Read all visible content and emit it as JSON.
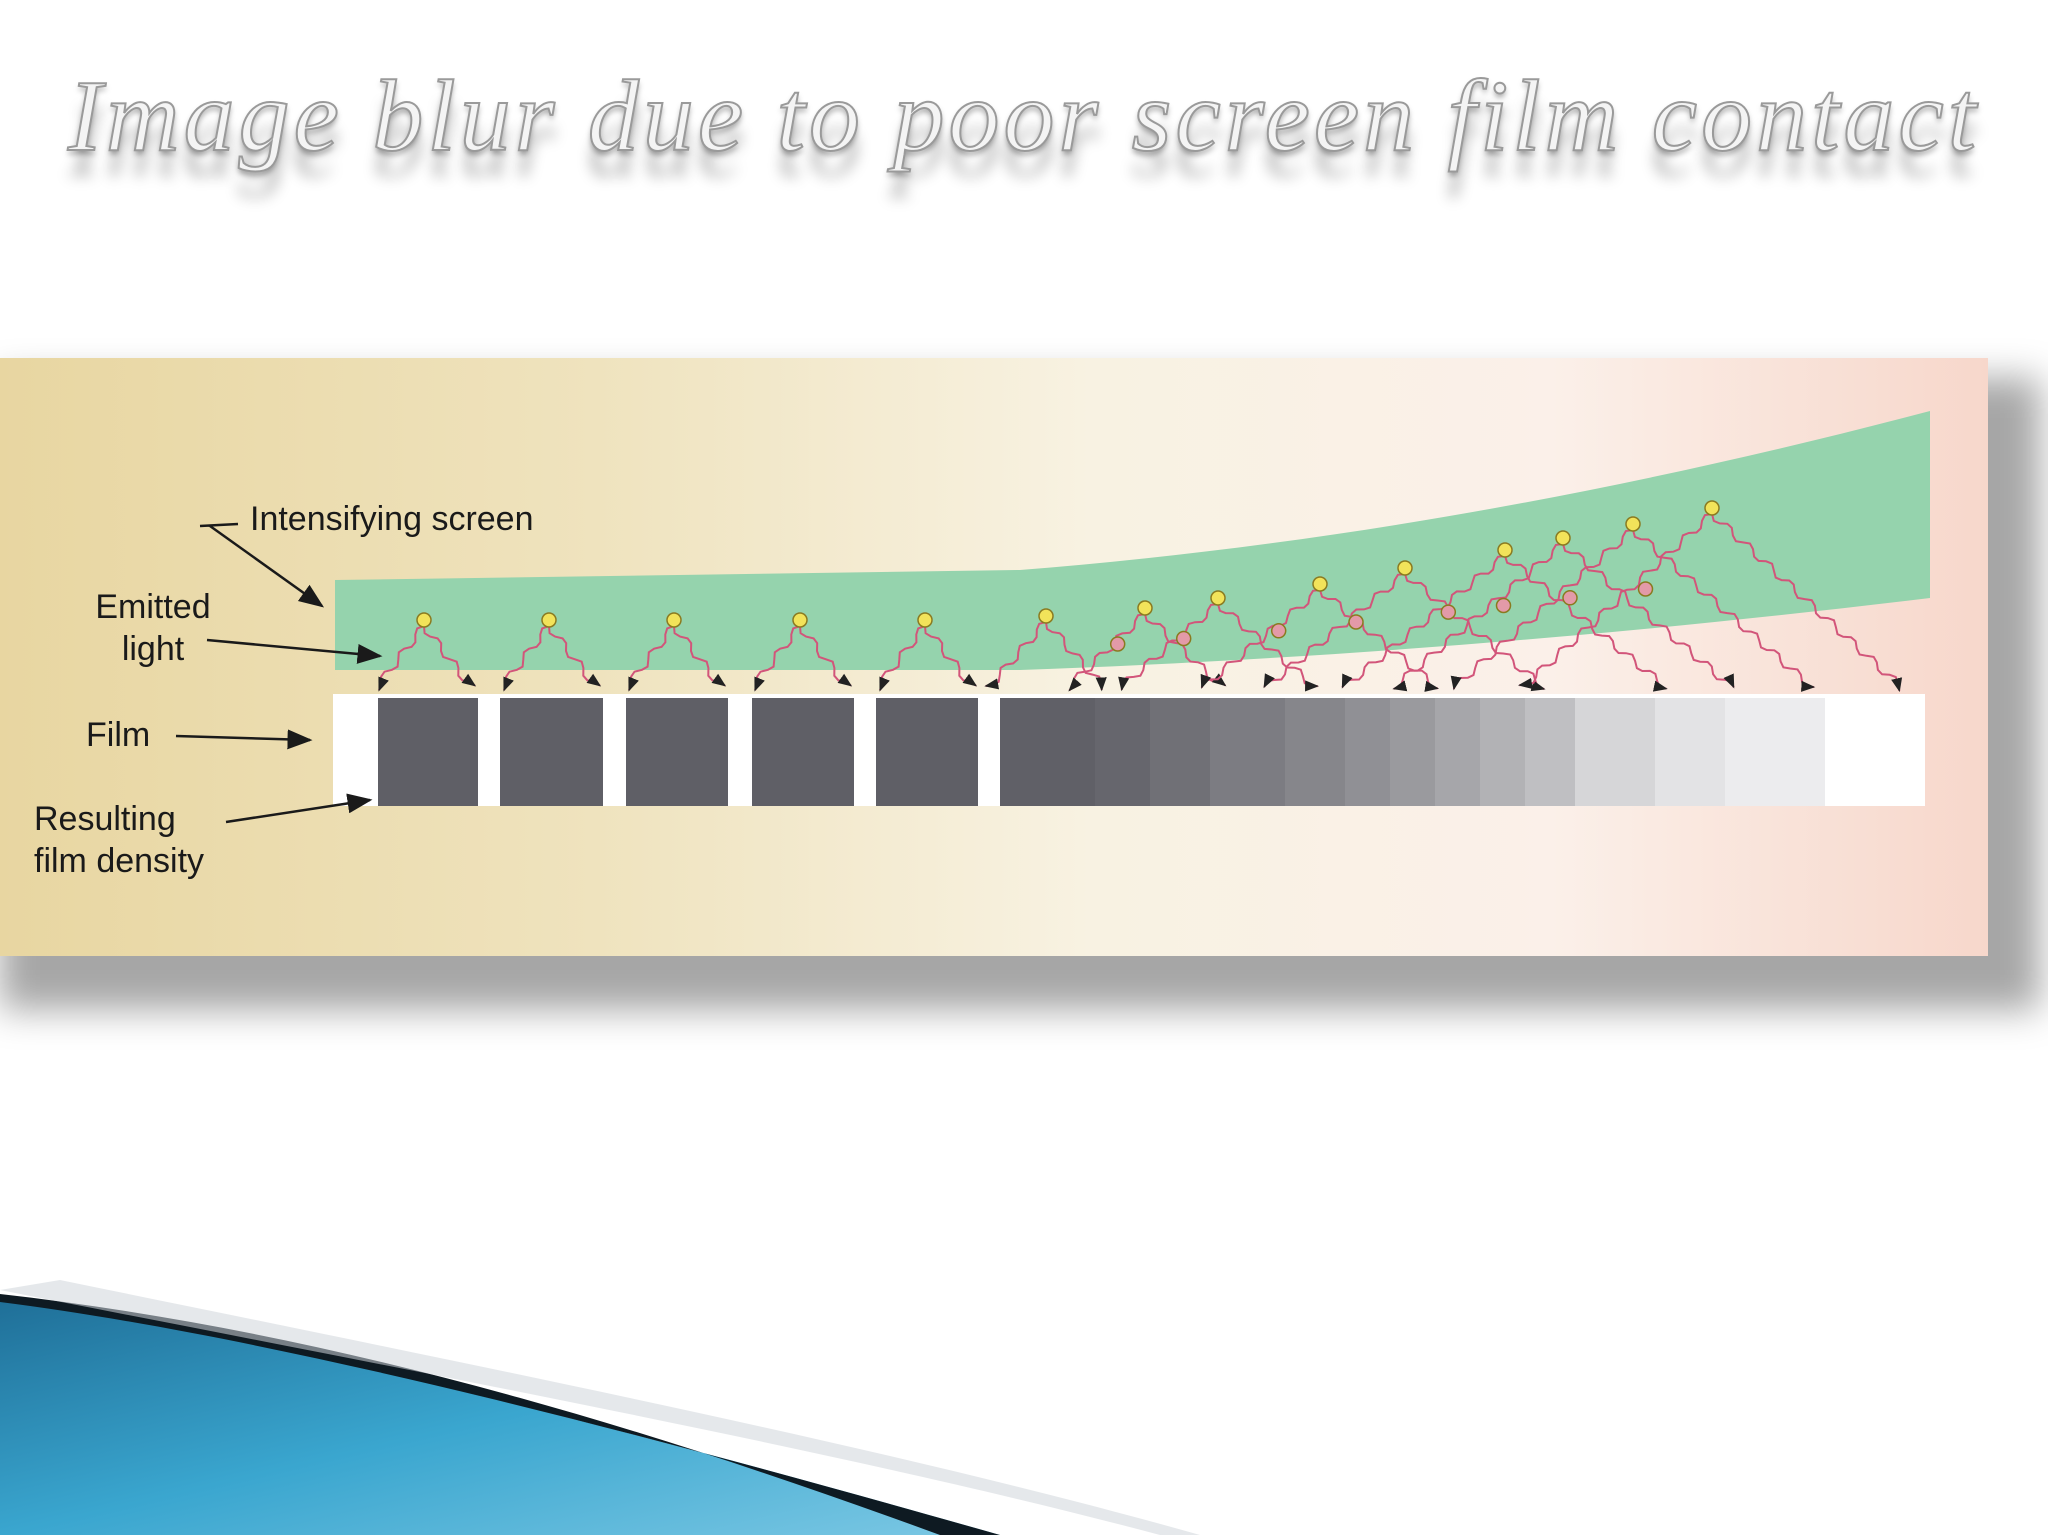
{
  "title": "Image blur due to poor screen film contact",
  "labels": {
    "intensifying_screen": "Intensifying screen",
    "emitted_light_line1": "Emitted",
    "emitted_light_line2": "light",
    "film": "Film",
    "resulting_density_line1": "Resulting",
    "resulting_density_line2": "film density"
  },
  "colors": {
    "screen": "#95d3ad",
    "film_dark": "#5f5f66",
    "photon_yellow": "#f2e35a",
    "photon_pink": "#e39aa8",
    "swoosh_blue": "#2a8fb8"
  }
}
